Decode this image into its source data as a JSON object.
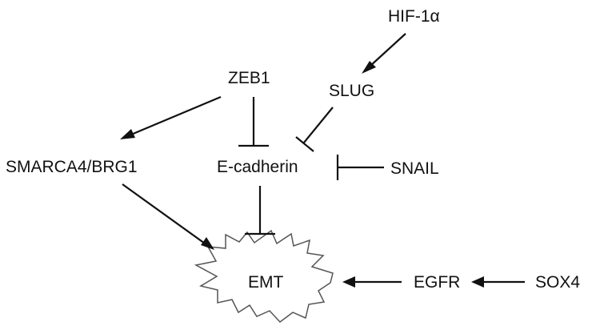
{
  "diagram": {
    "nodes": {
      "hif1a": "HIF-1α",
      "zeb1": "ZEB1",
      "slug": "SLUG",
      "smarca4": "SMARCA4/BRG1",
      "ecadherin": "E-cadherin",
      "snail": "SNAIL",
      "emt": "EMT",
      "egfr": "EGFR",
      "sox4": "SOX4"
    },
    "edges": [
      {
        "from": "HIF-1α",
        "to": "SLUG",
        "type": "activation"
      },
      {
        "from": "ZEB1",
        "to": "SMARCA4/BRG1",
        "type": "activation"
      },
      {
        "from": "ZEB1",
        "to": "E-cadherin",
        "type": "inhibition"
      },
      {
        "from": "SLUG",
        "to": "E-cadherin",
        "type": "inhibition"
      },
      {
        "from": "SNAIL",
        "to": "E-cadherin",
        "type": "inhibition"
      },
      {
        "from": "SMARCA4/BRG1",
        "to": "EMT",
        "type": "activation"
      },
      {
        "from": "E-cadherin",
        "to": "EMT",
        "type": "inhibition"
      },
      {
        "from": "EGFR",
        "to": "EMT",
        "type": "activation"
      },
      {
        "from": "SOX4",
        "to": "EGFR",
        "type": "activation"
      }
    ]
  }
}
